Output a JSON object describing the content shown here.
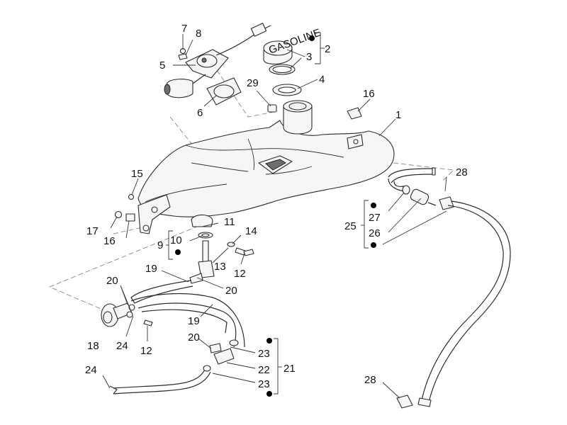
{
  "diagram": {
    "callouts": [
      {
        "id": "c1",
        "text": "1"
      },
      {
        "id": "c2",
        "text": "2"
      },
      {
        "id": "c3",
        "text": "3"
      },
      {
        "id": "c4",
        "text": "4"
      },
      {
        "id": "c5",
        "text": "5"
      },
      {
        "id": "c6",
        "text": "6"
      },
      {
        "id": "c7",
        "text": "7"
      },
      {
        "id": "c8",
        "text": "8"
      },
      {
        "id": "c9",
        "text": "9"
      },
      {
        "id": "c10",
        "text": "10"
      },
      {
        "id": "c11",
        "text": "11"
      },
      {
        "id": "c12a",
        "text": "12"
      },
      {
        "id": "c12b",
        "text": "12"
      },
      {
        "id": "c13",
        "text": "13"
      },
      {
        "id": "c14",
        "text": "14"
      },
      {
        "id": "c15",
        "text": "15"
      },
      {
        "id": "c16a",
        "text": "16"
      },
      {
        "id": "c16b",
        "text": "16"
      },
      {
        "id": "c17",
        "text": "17"
      },
      {
        "id": "c18",
        "text": "18"
      },
      {
        "id": "c19a",
        "text": "19"
      },
      {
        "id": "c19b",
        "text": "19"
      },
      {
        "id": "c20a",
        "text": "20"
      },
      {
        "id": "c20b",
        "text": "20"
      },
      {
        "id": "c20c",
        "text": "20"
      },
      {
        "id": "c21",
        "text": "21"
      },
      {
        "id": "c22",
        "text": "22"
      },
      {
        "id": "c23a",
        "text": "23"
      },
      {
        "id": "c23b",
        "text": "23"
      },
      {
        "id": "c24a",
        "text": "24"
      },
      {
        "id": "c24b",
        "text": "24"
      },
      {
        "id": "c25",
        "text": "25"
      },
      {
        "id": "c26",
        "text": "26"
      },
      {
        "id": "c27",
        "text": "27"
      },
      {
        "id": "c28a",
        "text": "28"
      },
      {
        "id": "c28b",
        "text": "28"
      },
      {
        "id": "c29",
        "text": "29"
      }
    ],
    "cap_label": "GASOLINE"
  }
}
